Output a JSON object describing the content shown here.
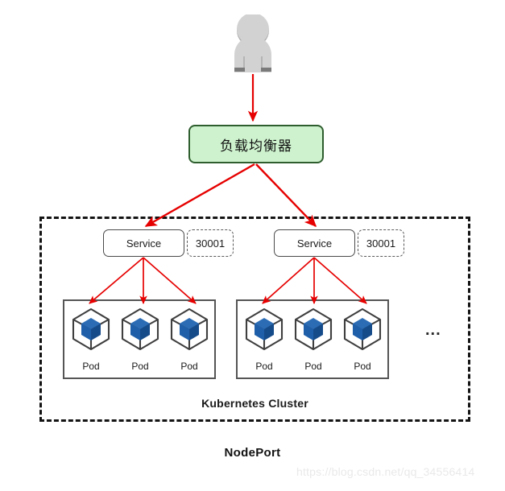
{
  "diagram": {
    "title": "NodePort",
    "watermark": "https://blog.csdn.net/qq_34556414",
    "ellipsis": "...",
    "colors": {
      "arrow": "#e60000",
      "load_balancer_fill": "#cdf2cd",
      "load_balancer_border": "#2e5d2e",
      "pod_cube_blue": "#1f5fa9",
      "pod_cube_outline": "#3f3f3f",
      "actor_gray": "#d0d0d0",
      "actor_gray_dark": "#7a7a7a",
      "cluster_border": "#131313",
      "watermark_gray": "#e9e9e9"
    }
  },
  "actor": {
    "icon": "user-person-icon",
    "label": ""
  },
  "load_balancer": {
    "icon": "load-balancer-box",
    "label": "负载均衡器"
  },
  "cluster": {
    "label": "Kubernetes Cluster"
  },
  "services": [
    {
      "label": "Service",
      "port": "30001",
      "pods": [
        {
          "label": "Pod",
          "icon": "pod-cube-icon"
        },
        {
          "label": "Pod",
          "icon": "pod-cube-icon"
        },
        {
          "label": "Pod",
          "icon": "pod-cube-icon"
        }
      ]
    },
    {
      "label": "Service",
      "port": "30001",
      "pods": [
        {
          "label": "Pod",
          "icon": "pod-cube-icon"
        },
        {
          "label": "Pod",
          "icon": "pod-cube-icon"
        },
        {
          "label": "Pod",
          "icon": "pod-cube-icon"
        }
      ]
    }
  ]
}
